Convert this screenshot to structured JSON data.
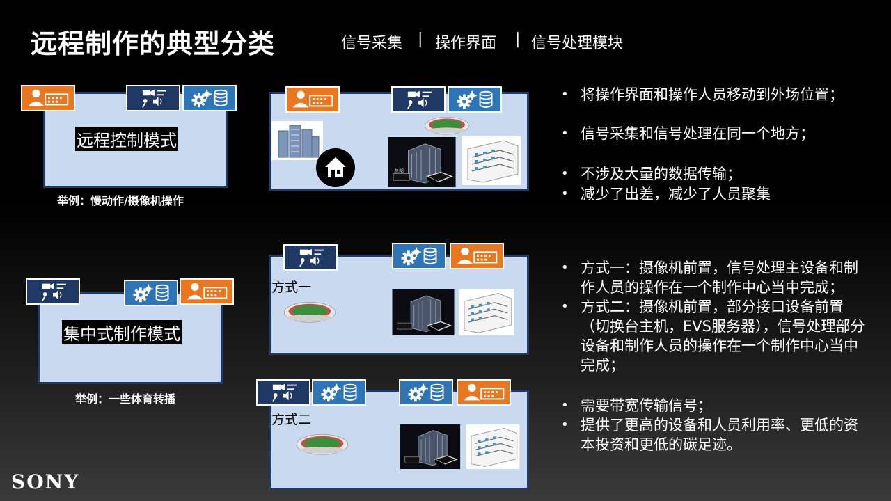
{
  "header": {
    "title": "远程制作的典型分类",
    "sub1": "信号采集",
    "sep1": "|",
    "sub2": "操作界面",
    "sep2": "|",
    "sub3": "信号处理模块"
  },
  "modes": {
    "remote": {
      "label": "远程控制模式",
      "caption": "举例：慢动作/摄像机操作"
    },
    "central": {
      "label": "集中式制作模式",
      "caption": "举例：一些体育转播"
    }
  },
  "methods": {
    "one": "方式一",
    "two": "方式二"
  },
  "bullets_top": [
    "将操作界面和操作人员移动到外场位置；",
    "信号采集和信号处理在同一个地方；",
    "不涉及大量的数据传输；",
    "减少了出差，减少了人员聚集"
  ],
  "bullets_bottom": [
    "方式一：摄像机前置，信号处理主设备和制作人员的操作在一个制作中心当中完成；",
    "方式二：摄像机前置，部分接口设备前置（切换台主机，EVS服务器），信号处理部分设备和制作人员的操作在一个制作中心当中完成；",
    "需要带宽传输信号；",
    "提供了更高的设备和人员利用率、更低的资本投资和更低的碳足迹。"
  ],
  "thumb_text": "总部",
  "brand": "SONY",
  "colors": {
    "panel": "#c9d9f0",
    "panel_border": "#1f3864",
    "person_icon": "#e87722",
    "camera_icon": "#1f3864",
    "gear_icon": "#2e75b6"
  }
}
